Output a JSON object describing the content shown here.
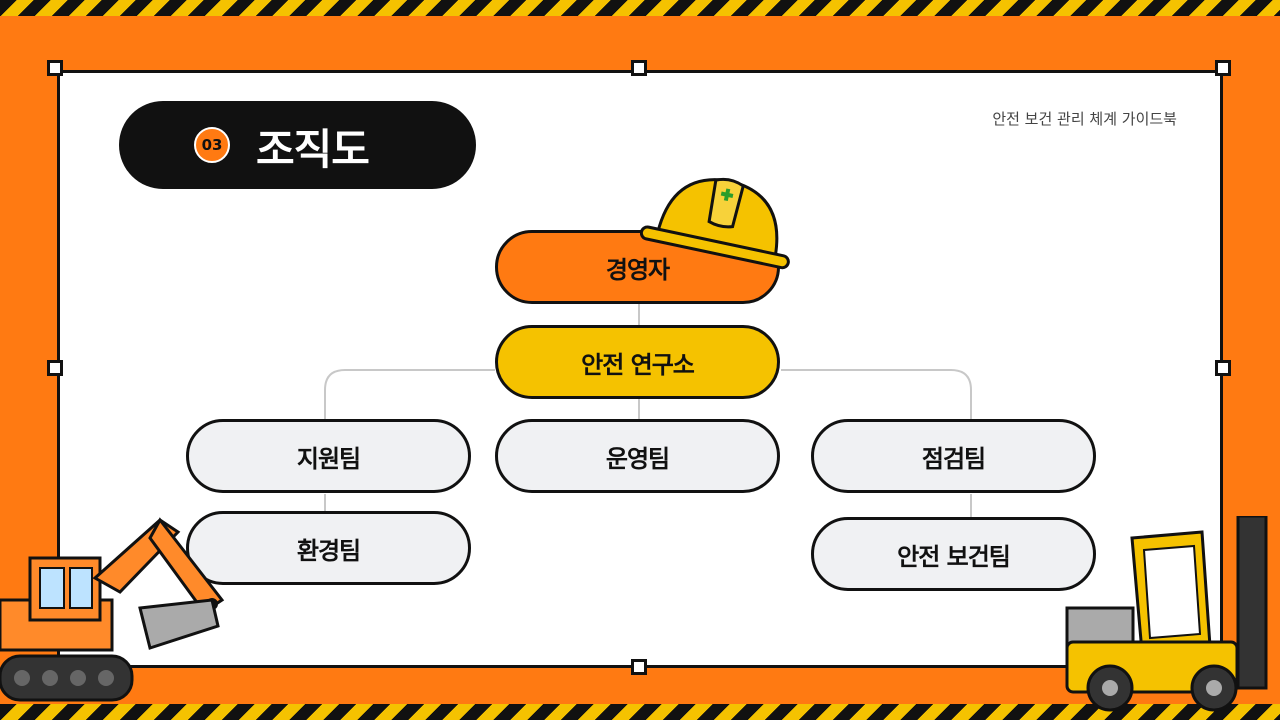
{
  "header": {
    "section_number": "03",
    "title": "조직도",
    "subtitle": "안전 보건 관리 체계 가이드북"
  },
  "org_chart": {
    "root": "경영자",
    "second": "안전 연구소",
    "teams": [
      "지원팀",
      "운영팀",
      "점검팀"
    ],
    "sub_teams": [
      "환경팀",
      "안전 보건팀"
    ]
  },
  "colors": {
    "background": "#ff7a12",
    "root_node": "#ff7a12",
    "second_node": "#f5c200",
    "team_node": "#f0f1f3",
    "hazard_stripe": "#f5c200"
  },
  "decorations": [
    "hard-hat-icon",
    "excavator-icon",
    "forklift-icon"
  ]
}
